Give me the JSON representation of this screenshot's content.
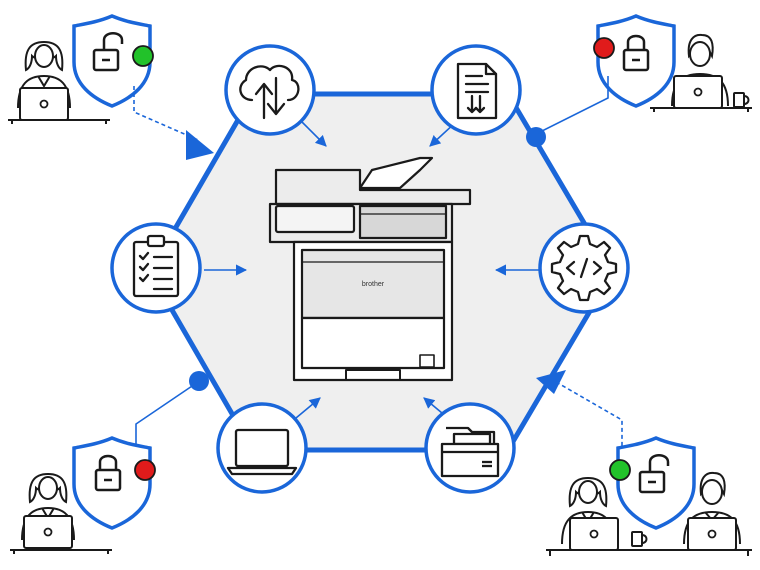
{
  "printer": {
    "brand_label": "brother",
    "icon": "multifunction-printer"
  },
  "colors": {
    "accent": "#1a66d9",
    "locked": "#e01b1b",
    "unlocked": "#22c22a",
    "hexagon_fill": "#efefef",
    "line": "#1a1a1a"
  },
  "feature_nodes": [
    {
      "id": "cloud",
      "icon": "cloud-upload-download-icon"
    },
    {
      "id": "document",
      "icon": "document-download-icon"
    },
    {
      "id": "checklist",
      "icon": "clipboard-checklist-icon"
    },
    {
      "id": "code",
      "icon": "gear-code-icon"
    },
    {
      "id": "laptop",
      "icon": "laptop-icon"
    },
    {
      "id": "file-cabinet",
      "icon": "file-drawer-icon"
    }
  ],
  "security_groups": [
    {
      "id": "top-left",
      "users": [
        "woman"
      ],
      "status": "unlocked",
      "coffee": false
    },
    {
      "id": "top-right",
      "users": [
        "man"
      ],
      "status": "locked",
      "coffee": true
    },
    {
      "id": "bottom-left",
      "users": [
        "woman"
      ],
      "status": "locked",
      "coffee": false
    },
    {
      "id": "bottom-right",
      "users": [
        "woman",
        "man"
      ],
      "status": "unlocked",
      "coffee": true
    }
  ]
}
